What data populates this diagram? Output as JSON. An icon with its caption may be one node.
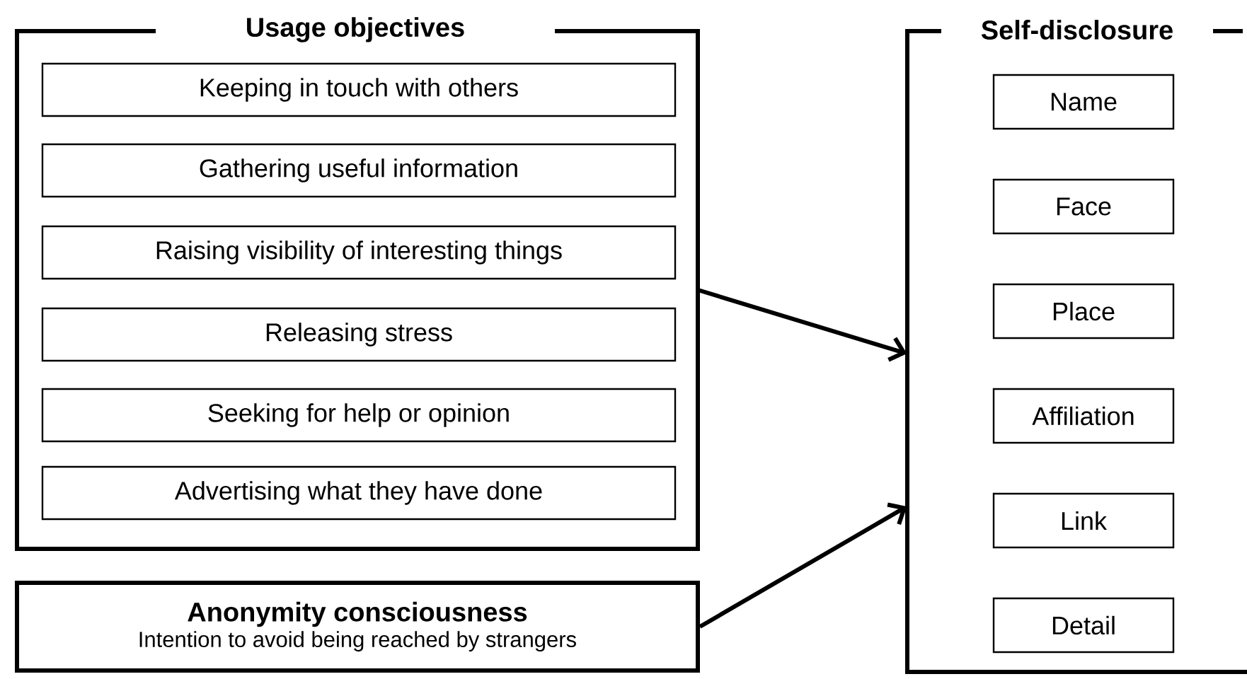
{
  "diagram": {
    "nodes": [
      {
        "text": [
          "Usage objectives"
        ]
      },
      {
        "text": [
          "Keeping in touch with others"
        ],
        "in": 0
      },
      {
        "text": [
          "Gathering useful information"
        ],
        "in": 0
      },
      {
        "text": [
          "Raising visibility of interesting things"
        ],
        "in": 0
      },
      {
        "text": [
          "Releasing stress"
        ],
        "in": 0
      },
      {
        "text": [
          "Seeking for help or opinion"
        ],
        "in": 0
      },
      {
        "text": [
          "Advertising what they have done"
        ],
        "in": 0
      },
      {
        "text": [
          "Anonymity consciousness",
          "Intention to avoid being reached by strangers"
        ]
      },
      {
        "text": [
          "Self-disclosure"
        ]
      },
      {
        "text": [
          "Name"
        ],
        "in": 8
      },
      {
        "text": [
          "Face"
        ],
        "in": 8
      },
      {
        "text": [
          "Place"
        ],
        "in": 8
      },
      {
        "text": [
          "Affiliation"
        ],
        "in": 8
      },
      {
        "text": [
          "Link"
        ],
        "in": 8
      },
      {
        "text": [
          "Detail"
        ],
        "in": 8
      }
    ],
    "edges": [
      {
        "from": 0,
        "to": 8,
        "arrow": "to"
      },
      {
        "from": 7,
        "to": 8,
        "arrow": "to"
      }
    ]
  }
}
